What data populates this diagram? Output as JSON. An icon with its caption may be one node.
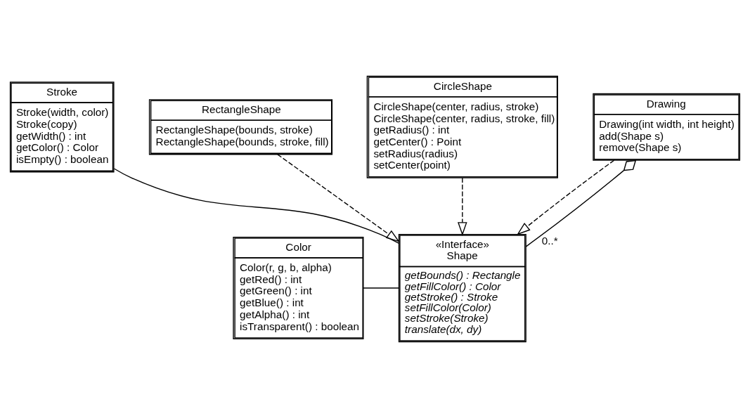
{
  "diagram": {
    "nodes": [
      {
        "text": [
          "Color",
          "Color(r, g, b, alpha)",
          "getRed() : int",
          "getGreen() : int",
          "getBlue() : int",
          "getAlpha() : int",
          "isTransparent() : boolean"
        ]
      },
      {
        "text": [
          "«Interface»",
          "Shape",
          "getBounds() : Rectangle",
          "getFillColor() : Color",
          "getStroke() : Stroke",
          "setFillColor(Color)",
          "setStroke(Stroke)",
          "translate(dx, dy)"
        ]
      },
      {
        "text": [
          "Stroke",
          "Stroke(width, color)",
          "Stroke(copy)",
          "getWidth() : int",
          "getColor() : Color",
          "isEmpty() : boolean"
        ]
      },
      {
        "text": [
          "RectangleShape",
          "RectangleShape(bounds, stroke)",
          "RectangleShape(bounds, stroke, fill)"
        ]
      },
      {
        "text": [
          "CircleShape",
          "CircleShape(center, radius, stroke)",
          "CircleShape(center, radius, stroke, fill)",
          "getRadius() : int",
          "getCenter() : Point",
          "setRadius(radius)",
          "setCenter(point)"
        ]
      },
      {
        "text": [
          "Drawing",
          "Drawing(int width, int height)",
          "add(Shape s)",
          "remove(Shape s)"
        ]
      }
    ],
    "edges": [
      {
        "from": 0,
        "to": 1,
        "arrow": "none"
      },
      {
        "from": 2,
        "to": 1,
        "arrow": "none"
      },
      {
        "from": 3,
        "to": 1,
        "arrow": "to",
        "style": "dashed"
      },
      {
        "from": 4,
        "to": 1,
        "arrow": "to",
        "style": "dashed"
      },
      {
        "from": 5,
        "to": 1,
        "arrow": "to",
        "style": "dashed"
      },
      {
        "from": 5,
        "to": 1,
        "arrow": "other",
        "label": "0..*"
      }
    ]
  }
}
